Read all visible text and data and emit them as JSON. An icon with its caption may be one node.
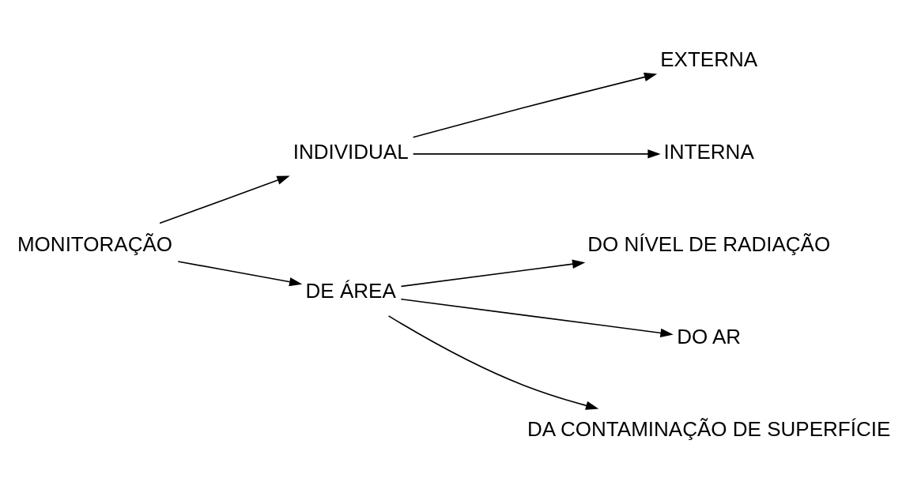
{
  "diagram": {
    "nodes": [
      {
        "text": [
          "MONITORAÇÃO"
        ]
      },
      {
        "text": [
          "INDIVIDUAL"
        ]
      },
      {
        "text": [
          "EXTERNA"
        ]
      },
      {
        "text": [
          "INTERNA"
        ]
      },
      {
        "text": [
          "DE ÁREA"
        ]
      },
      {
        "text": [
          "DO NÍVEL DE RADIAÇÃO"
        ]
      },
      {
        "text": [
          "DO AR"
        ]
      },
      {
        "text": [
          "DA CONTAMINAÇÃO DE SUPERFÍCIE"
        ]
      }
    ],
    "edges": [
      {
        "from": 0,
        "to": 1,
        "arrow": "to"
      },
      {
        "from": 1,
        "to": 2,
        "arrow": "to"
      },
      {
        "from": 1,
        "to": 3,
        "arrow": "to"
      },
      {
        "from": 0,
        "to": 4,
        "arrow": "to"
      },
      {
        "from": 4,
        "to": 5,
        "arrow": "to"
      },
      {
        "from": 4,
        "to": 6,
        "arrow": "to"
      },
      {
        "from": 4,
        "to": 7,
        "arrow": "to"
      }
    ]
  }
}
